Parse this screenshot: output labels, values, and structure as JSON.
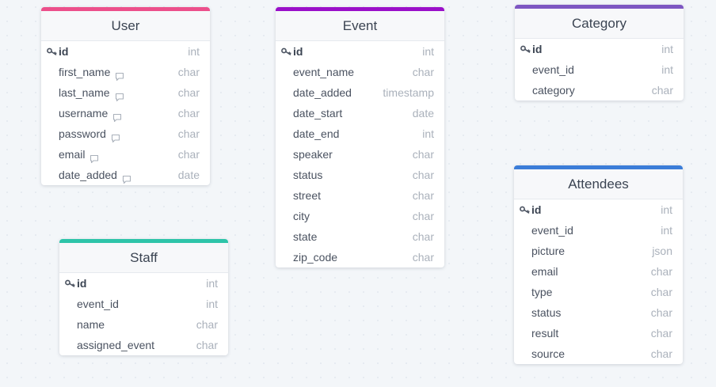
{
  "tables": [
    {
      "id": "user",
      "title": "User",
      "color": "#ec4f8b",
      "fields": [
        {
          "name": "id",
          "type": "int",
          "pk": true,
          "comment": false
        },
        {
          "name": "first_name",
          "type": "char",
          "pk": false,
          "comment": true
        },
        {
          "name": "last_name",
          "type": "char",
          "pk": false,
          "comment": true
        },
        {
          "name": "username",
          "type": "char",
          "pk": false,
          "comment": true
        },
        {
          "name": "password",
          "type": "char",
          "pk": false,
          "comment": true
        },
        {
          "name": "email",
          "type": "char",
          "pk": false,
          "comment": true
        },
        {
          "name": "date_added",
          "type": "date",
          "pk": false,
          "comment": true
        }
      ]
    },
    {
      "id": "event",
      "title": "Event",
      "color": "#9a0fc9",
      "fields": [
        {
          "name": "id",
          "type": "int",
          "pk": true,
          "comment": false
        },
        {
          "name": "event_name",
          "type": "char",
          "pk": false,
          "comment": false
        },
        {
          "name": "date_added",
          "type": "timestamp",
          "pk": false,
          "comment": false
        },
        {
          "name": "date_start",
          "type": "date",
          "pk": false,
          "comment": false
        },
        {
          "name": "date_end",
          "type": "int",
          "pk": false,
          "comment": false
        },
        {
          "name": "speaker",
          "type": "char",
          "pk": false,
          "comment": false
        },
        {
          "name": "status",
          "type": "char",
          "pk": false,
          "comment": false
        },
        {
          "name": "street",
          "type": "char",
          "pk": false,
          "comment": false
        },
        {
          "name": "city",
          "type": "char",
          "pk": false,
          "comment": false
        },
        {
          "name": "state",
          "type": "char",
          "pk": false,
          "comment": false
        },
        {
          "name": "zip_code",
          "type": "char",
          "pk": false,
          "comment": false
        }
      ]
    },
    {
      "id": "category",
      "title": "Category",
      "color": "#7e57c2",
      "fields": [
        {
          "name": "id",
          "type": "int",
          "pk": true,
          "comment": false
        },
        {
          "name": "event_id",
          "type": "int",
          "pk": false,
          "comment": false
        },
        {
          "name": "category",
          "type": "char",
          "pk": false,
          "comment": false
        }
      ]
    },
    {
      "id": "attendees",
      "title": "Attendees",
      "color": "#3b7dd8",
      "fields": [
        {
          "name": "id",
          "type": "int",
          "pk": true,
          "comment": false
        },
        {
          "name": "event_id",
          "type": "int",
          "pk": false,
          "comment": false
        },
        {
          "name": "picture",
          "type": "json",
          "pk": false,
          "comment": false
        },
        {
          "name": "email",
          "type": "char",
          "pk": false,
          "comment": false
        },
        {
          "name": "type",
          "type": "char",
          "pk": false,
          "comment": false
        },
        {
          "name": "status",
          "type": "char",
          "pk": false,
          "comment": false
        },
        {
          "name": "result",
          "type": "char",
          "pk": false,
          "comment": false
        },
        {
          "name": "source",
          "type": "char",
          "pk": false,
          "comment": false
        }
      ]
    },
    {
      "id": "staff",
      "title": "Staff",
      "color": "#2ec4a9",
      "fields": [
        {
          "name": "id",
          "type": "int",
          "pk": true,
          "comment": false
        },
        {
          "name": "event_id",
          "type": "int",
          "pk": false,
          "comment": false
        },
        {
          "name": "name",
          "type": "char",
          "pk": false,
          "comment": false
        },
        {
          "name": "assigned_event",
          "type": "char",
          "pk": false,
          "comment": false
        }
      ]
    }
  ],
  "icons": {
    "primary_key": "key-icon",
    "comment": "comment-icon"
  }
}
